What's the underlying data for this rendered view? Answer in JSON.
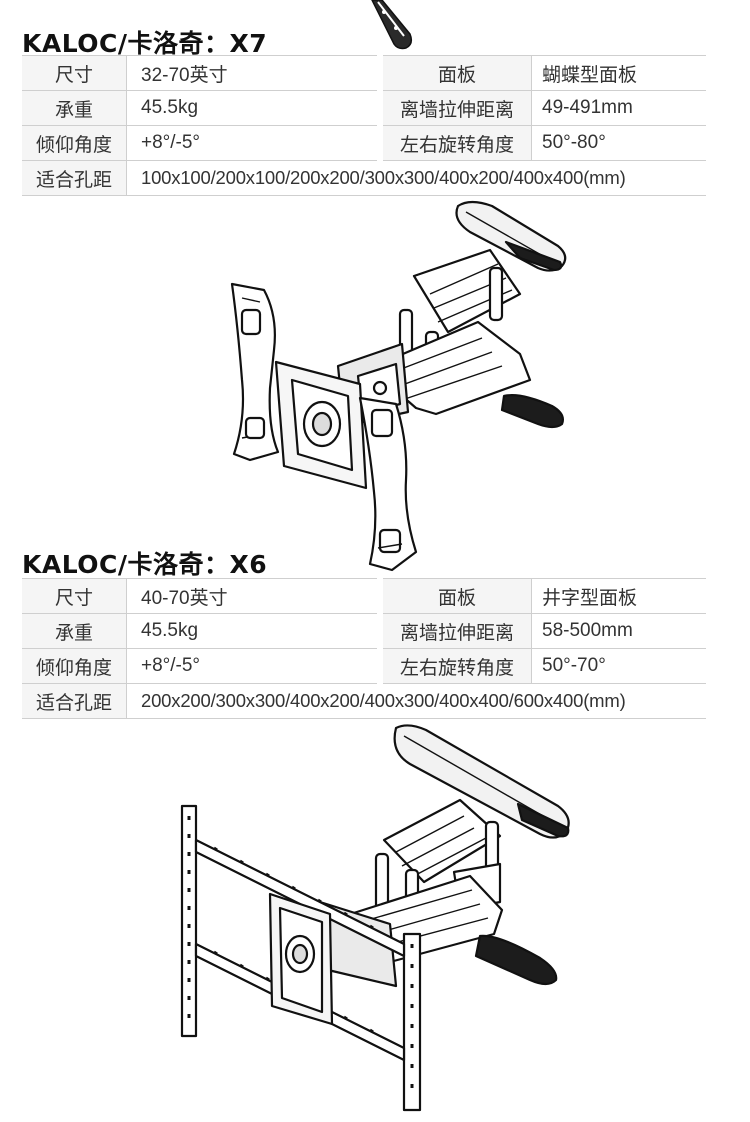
{
  "sections": [
    {
      "title": "KALOC/卡洛奇：X7",
      "specs": {
        "size_label": "尺寸",
        "size_value": "32-70英寸",
        "panel_label": "面板",
        "panel_value": "蝴蝶型面板",
        "load_label": "承重",
        "load_value": "45.5kg",
        "extension_label": "离墙拉伸距离",
        "extension_value": "49-491mm",
        "tilt_label": "倾仰角度",
        "tilt_value": "+8°/-5°",
        "swivel_label": "左右旋转角度",
        "swivel_value": "50°-80°",
        "vesa_label": "适合孔距",
        "vesa_value": "100x100/200x100/200x200/300x300/400x200/400x400(mm)"
      }
    },
    {
      "title": "KALOC/卡洛奇：X6",
      "specs": {
        "size_label": "尺寸",
        "size_value": "40-70英寸",
        "panel_label": "面板",
        "panel_value": "井字型面板",
        "load_label": "承重",
        "load_value": "45.5kg",
        "extension_label": "离墙拉伸距离",
        "extension_value": "58-500mm",
        "tilt_label": "倾仰角度",
        "tilt_value": "+8°/-5°",
        "swivel_label": "左右旋转角度",
        "swivel_value": "50°-70°",
        "vesa_label": "适合孔距",
        "vesa_value": "200x200/300x300/400x200/400x300/400x400/600x400(mm)"
      }
    }
  ]
}
